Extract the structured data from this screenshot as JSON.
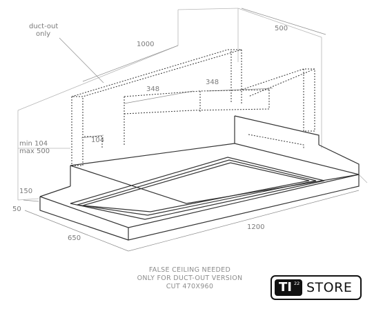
{
  "labels": {
    "duct_out_line1": "duct-out",
    "duct_out_line2": "only",
    "dim_1000": "1000",
    "dim_500": "500",
    "dim_348_front": "348",
    "dim_348_side": "348",
    "dim_104": "104",
    "min_max_line1": "min 104",
    "min_max_line2": "max 500",
    "dim_150": "150",
    "dim_50": "50",
    "dim_650": "650",
    "dim_1200": "1200"
  },
  "note": {
    "line1": "FALSE CEILING NEEDED",
    "line2": "ONLY FOR DUCT-OUT VERSION",
    "line3": "CUT 470X960"
  },
  "logo": {
    "mark": "TI",
    "superscript": "22",
    "word": "STORE"
  },
  "colors": {
    "line": "#333333",
    "dimension_text": "#7a7a7a",
    "note_text": "#8c8c8c",
    "logo": "#111111"
  }
}
